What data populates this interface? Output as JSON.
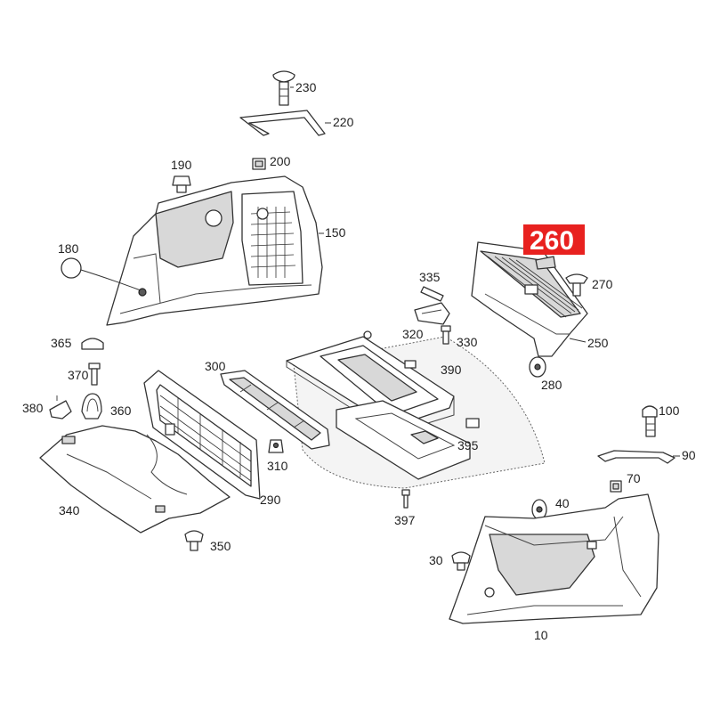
{
  "highlight": {
    "label": "260",
    "color": "#e8211f"
  },
  "parts": {
    "p230": "230",
    "p220": "220",
    "p190": "190",
    "p200": "200",
    "p150": "150",
    "p180": "180",
    "p335": "335",
    "p270": "270",
    "p320": "320",
    "p330": "330",
    "p250": "250",
    "p365": "365",
    "p370": "370",
    "p300": "300",
    "p390": "390",
    "p280": "280",
    "p380": "380",
    "p360": "360",
    "p100": "100",
    "p395": "395",
    "p310": "310",
    "p90": "90",
    "p340": "340",
    "p290": "290",
    "p70": "70",
    "p397": "397",
    "p40": "40",
    "p350": "350",
    "p30": "30",
    "p10": "10"
  }
}
